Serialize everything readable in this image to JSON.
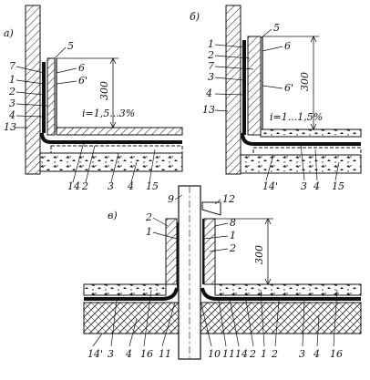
{
  "panels": {
    "a": {
      "letter": "а)",
      "dimension": "300",
      "slope": "i=1,5...3%",
      "side_labels": [
        "7",
        "1",
        "2",
        "3",
        "4",
        "13"
      ],
      "top_labels": [
        "5",
        "6",
        "6'"
      ],
      "bottom_labels": [
        "14",
        "2",
        "3",
        "4",
        "15"
      ]
    },
    "b": {
      "letter": "б)",
      "dimension": "300",
      "slope": "i=1...1,5%",
      "side_labels": [
        "1",
        "2",
        "7",
        "3",
        "4",
        "13"
      ],
      "top_labels": [
        "5",
        "6",
        "6'"
      ],
      "bottom_labels": [
        "14'",
        "3",
        "4",
        "15"
      ]
    },
    "c": {
      "letter": "в)",
      "dimension": "300",
      "top_labels": [
        "9",
        "12",
        "2",
        "1",
        "8",
        "1",
        "2"
      ],
      "bottom_labels": [
        "14'",
        "3",
        "4",
        "16",
        "11",
        "10",
        "11",
        "14",
        "2",
        "1",
        "2",
        "3",
        "4",
        "16"
      ]
    }
  }
}
